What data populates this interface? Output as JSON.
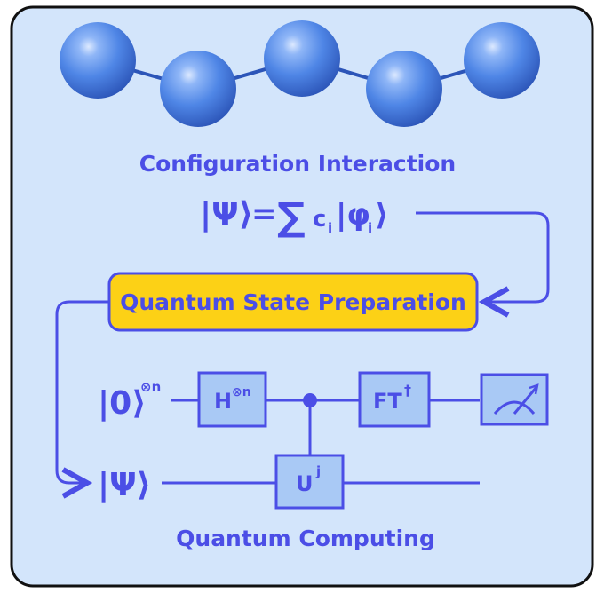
{
  "molecule": {
    "atom_count": 5,
    "atom_color": "#4f86e6"
  },
  "headings": {
    "top": "Configuration Interaction",
    "bottom": "Quantum Computing"
  },
  "equation": {
    "lhs": "|Ψ⟩",
    "equals": "=",
    "sum": "∑",
    "coef": "c",
    "sub_i": "i",
    "ket_open": "|φ",
    "sub_i2": "i",
    "ket_close": "⟩"
  },
  "prep_box": {
    "label": "Quantum State Preparation",
    "fill": "#fcd116"
  },
  "circuit": {
    "ket0": "|0⟩",
    "ket0_sup": "⊗n",
    "ketpsi": "|Ψ⟩",
    "gates": {
      "h": "H",
      "h_sup": "⊗n",
      "ft": "FT",
      "ft_sup": "†",
      "u": "U",
      "u_sup": "j"
    },
    "measure_icon": "meter-icon"
  },
  "colors": {
    "panel_bg": "#d3e5fb",
    "accent": "#4b4ee6",
    "gate_fill": "#a9c9f5",
    "frame": "#111111"
  }
}
